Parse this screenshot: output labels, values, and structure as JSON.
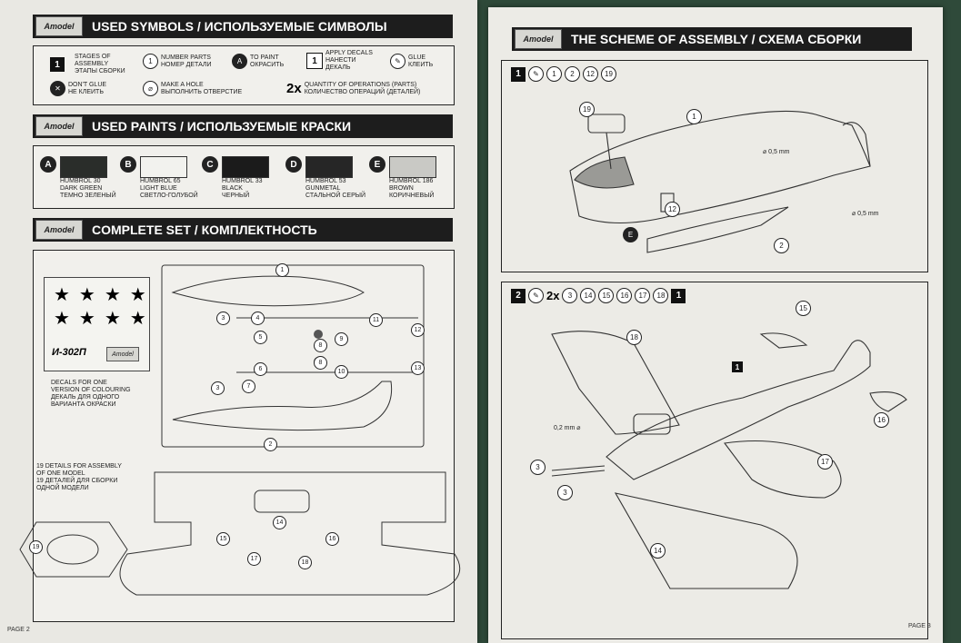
{
  "left_page": {
    "symbols_header": "USED SYMBOLS / ИСПОЛЬЗУЕМЫЕ СИМВОЛЫ",
    "paints_header": "USED PAINTS / ИСПОЛЬЗУЕМЫЕ КРАСКИ",
    "set_header": "COMPLETE SET / КОМПЛЕКТНОСТЬ",
    "logo": "Amodel",
    "symbols": {
      "stage_num": "1",
      "stage": [
        "STAGES OF",
        "ASSEMBLY",
        "ЭТАПЫ СБОРКИ"
      ],
      "part_num": "1",
      "part": [
        "NUMBER PARTS",
        "НОМЕР ДЕТАЛИ"
      ],
      "paint_letter": "A",
      "paint": [
        "TO PAINT",
        "ОКРАСИТЬ"
      ],
      "decal_num": "1",
      "decal": [
        "APPLY DECALS",
        "НАНЕСТИ",
        "ДЕКАЛЬ"
      ],
      "glue": [
        "GLUE",
        "КЛЕИТЬ"
      ],
      "noglue": [
        "DON'T GLUE",
        "НЕ КЛЕИТЬ"
      ],
      "hole": [
        "MAKE A HOLE",
        "ВЫПОЛНИТЬ ОТВЕРСТИЕ"
      ],
      "qty_mark": "2x",
      "qty": [
        "QUANTITY OF OPERATIONS (PARTS)",
        "КОЛИЧЕСТВО ОПЕРАЦИЙ (ДЕТАЛЕЙ)"
      ]
    },
    "paints": [
      {
        "letter": "A",
        "color": "#2a2d2a",
        "lines": [
          "HUMBROL 30",
          "DARK GREEN",
          "ТЕМНО ЗЕЛЕНЫЙ"
        ]
      },
      {
        "letter": "B",
        "color": "#f2f2ee",
        "lines": [
          "HUMBROL 65",
          "LIGHT BLUE",
          "СВЕТЛО-ГОЛУБОЙ"
        ]
      },
      {
        "letter": "C",
        "color": "#1b1b1b",
        "lines": [
          "HUMBROL 33",
          "BLACK",
          "ЧЕРНЫЙ"
        ]
      },
      {
        "letter": "D",
        "color": "#262626",
        "lines": [
          "HUMBROL 53",
          "GUNMETAL",
          "СТАЛЬНОЙ СЕРЫЙ"
        ]
      },
      {
        "letter": "E",
        "color": "#c9c9c5",
        "lines": [
          "HUMBROL 186",
          "BROWN",
          "КОРИЧНЕВЫЙ"
        ]
      }
    ],
    "decal_sheet": {
      "name": "И-302П",
      "logo": "Amodel",
      "note": [
        "DECALS FOR ONE",
        "VERSION OF COLOURING",
        "ДЕКАЛЬ ДЛЯ ОДНОГО",
        "ВАРИАНТА ОКРАСКИ"
      ]
    },
    "details_note": [
      "19 DETAILS FOR ASSEMBLY",
      "OF ONE MODEL",
      "19 ДЕТАЛЕЙ ДЛЯ СБОРКИ",
      "ОДНОЙ МОДЕЛИ"
    ],
    "sprue_parts": [
      "1",
      "2",
      "3",
      "3",
      "4",
      "5",
      "6",
      "7",
      "8",
      "8",
      "9",
      "10",
      "11",
      "12",
      "13",
      "14",
      "15",
      "16",
      "17",
      "18",
      "19"
    ],
    "page_number": "PAGE 2"
  },
  "right_page": {
    "header": "THE SCHEME OF ASSEMBLY / СХЕМА СБОРКИ",
    "logo": "Amodel",
    "step1": {
      "num": "1",
      "parts": [
        "1",
        "2",
        "12",
        "19"
      ],
      "callouts": [
        "19",
        "1",
        "12",
        "2"
      ],
      "paint_letter": "E",
      "holes": [
        "0,5 mm",
        "0,5 mm"
      ]
    },
    "step2": {
      "num": "2",
      "qty": "2x",
      "parts": [
        "3",
        "14",
        "15",
        "16",
        "17",
        "18"
      ],
      "decal": "1",
      "callouts": [
        "15",
        "18",
        "16",
        "17",
        "14",
        "3",
        "3"
      ],
      "decal_on_plane": "1",
      "hole": "0,2 mm"
    },
    "page_number": "PAGE 3"
  }
}
